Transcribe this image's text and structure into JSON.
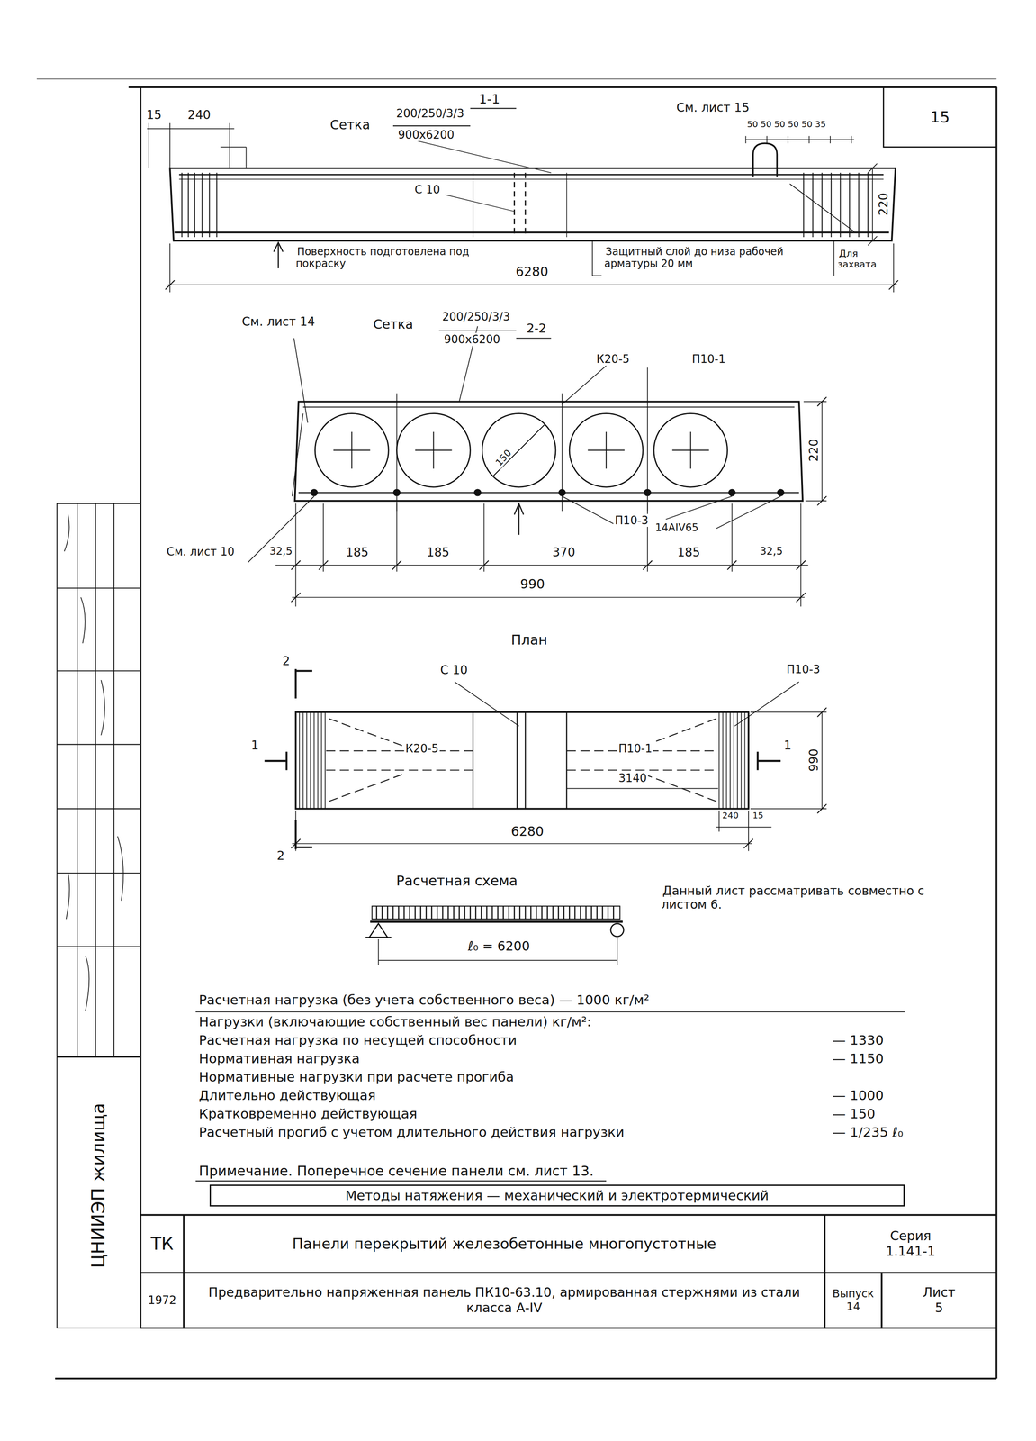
{
  "diagram": {
    "nodes": [
      {
        "text": [
          "15"
        ]
      },
      {
        "text": [
          "Методы натяжения — механический и электротермический"
        ]
      },
      {
        "text": [
          "ТК"
        ]
      },
      {
        "text": [
          "Панели перекрытий железобетонные многопустотные"
        ]
      },
      {
        "text": [
          "Серия",
          "1.141-1"
        ]
      },
      {
        "text": [
          "1972"
        ]
      },
      {
        "text": [
          "Предварительно напряженная панель ПК10-63.10, армированная стержнями из стали класса А-IV"
        ]
      },
      {
        "text": [
          "Выпуск",
          "14"
        ]
      },
      {
        "text": [
          "Лист",
          "5"
        ]
      }
    ],
    "labels": [
      "15",
      "240",
      "Сетка",
      "200/250/3/3",
      "900х6200",
      "1-1",
      "См. лист 15",
      "50 50 50 50 50 35",
      "С 10",
      "220",
      "Поверхность подготовлена под покраску",
      "Защитный слой до низа рабочей арматуры 20 мм",
      "Для захвата",
      "6280",
      "См. лист 14",
      "Сетка",
      "200/250/3/3",
      "900х6200",
      "2-2",
      "К20-5",
      "П10-1",
      "150",
      "220",
      "П10-3",
      "14АIV65",
      "См. лист 10",
      "32,5",
      "185",
      "185",
      "370",
      "185",
      "32,5",
      "990",
      "План",
      "2",
      "С 10",
      "П10-3",
      "1",
      "К20-5",
      "П10-1",
      "3140",
      "1",
      "990",
      "2",
      "6280",
      "240",
      "15",
      "Расчетная схема",
      "ℓ₀ = 6200",
      "Данный лист рассматривать совместно с листом 6.",
      "Расчетная нагрузка (без учета собственного веса) — 1000 кг/м²",
      "Нагрузки (включающие собственный вес панели) кг/м²:",
      "Расчетная нагрузка по несущей способности",
      "— 1330",
      "Нормативная нагрузка",
      "— 1150",
      "Нормативные нагрузки при расчете прогиба",
      "Длительно действующая",
      "— 1000",
      "Кратковременно действующая",
      "— 150",
      "Расчетный прогиб с учетом длительного действия нагрузки",
      "— 1/235 ℓ₀",
      "Примечание. Поперечное сечение панели см. лист 13.",
      "ЦНИИЭП жилища"
    ]
  }
}
